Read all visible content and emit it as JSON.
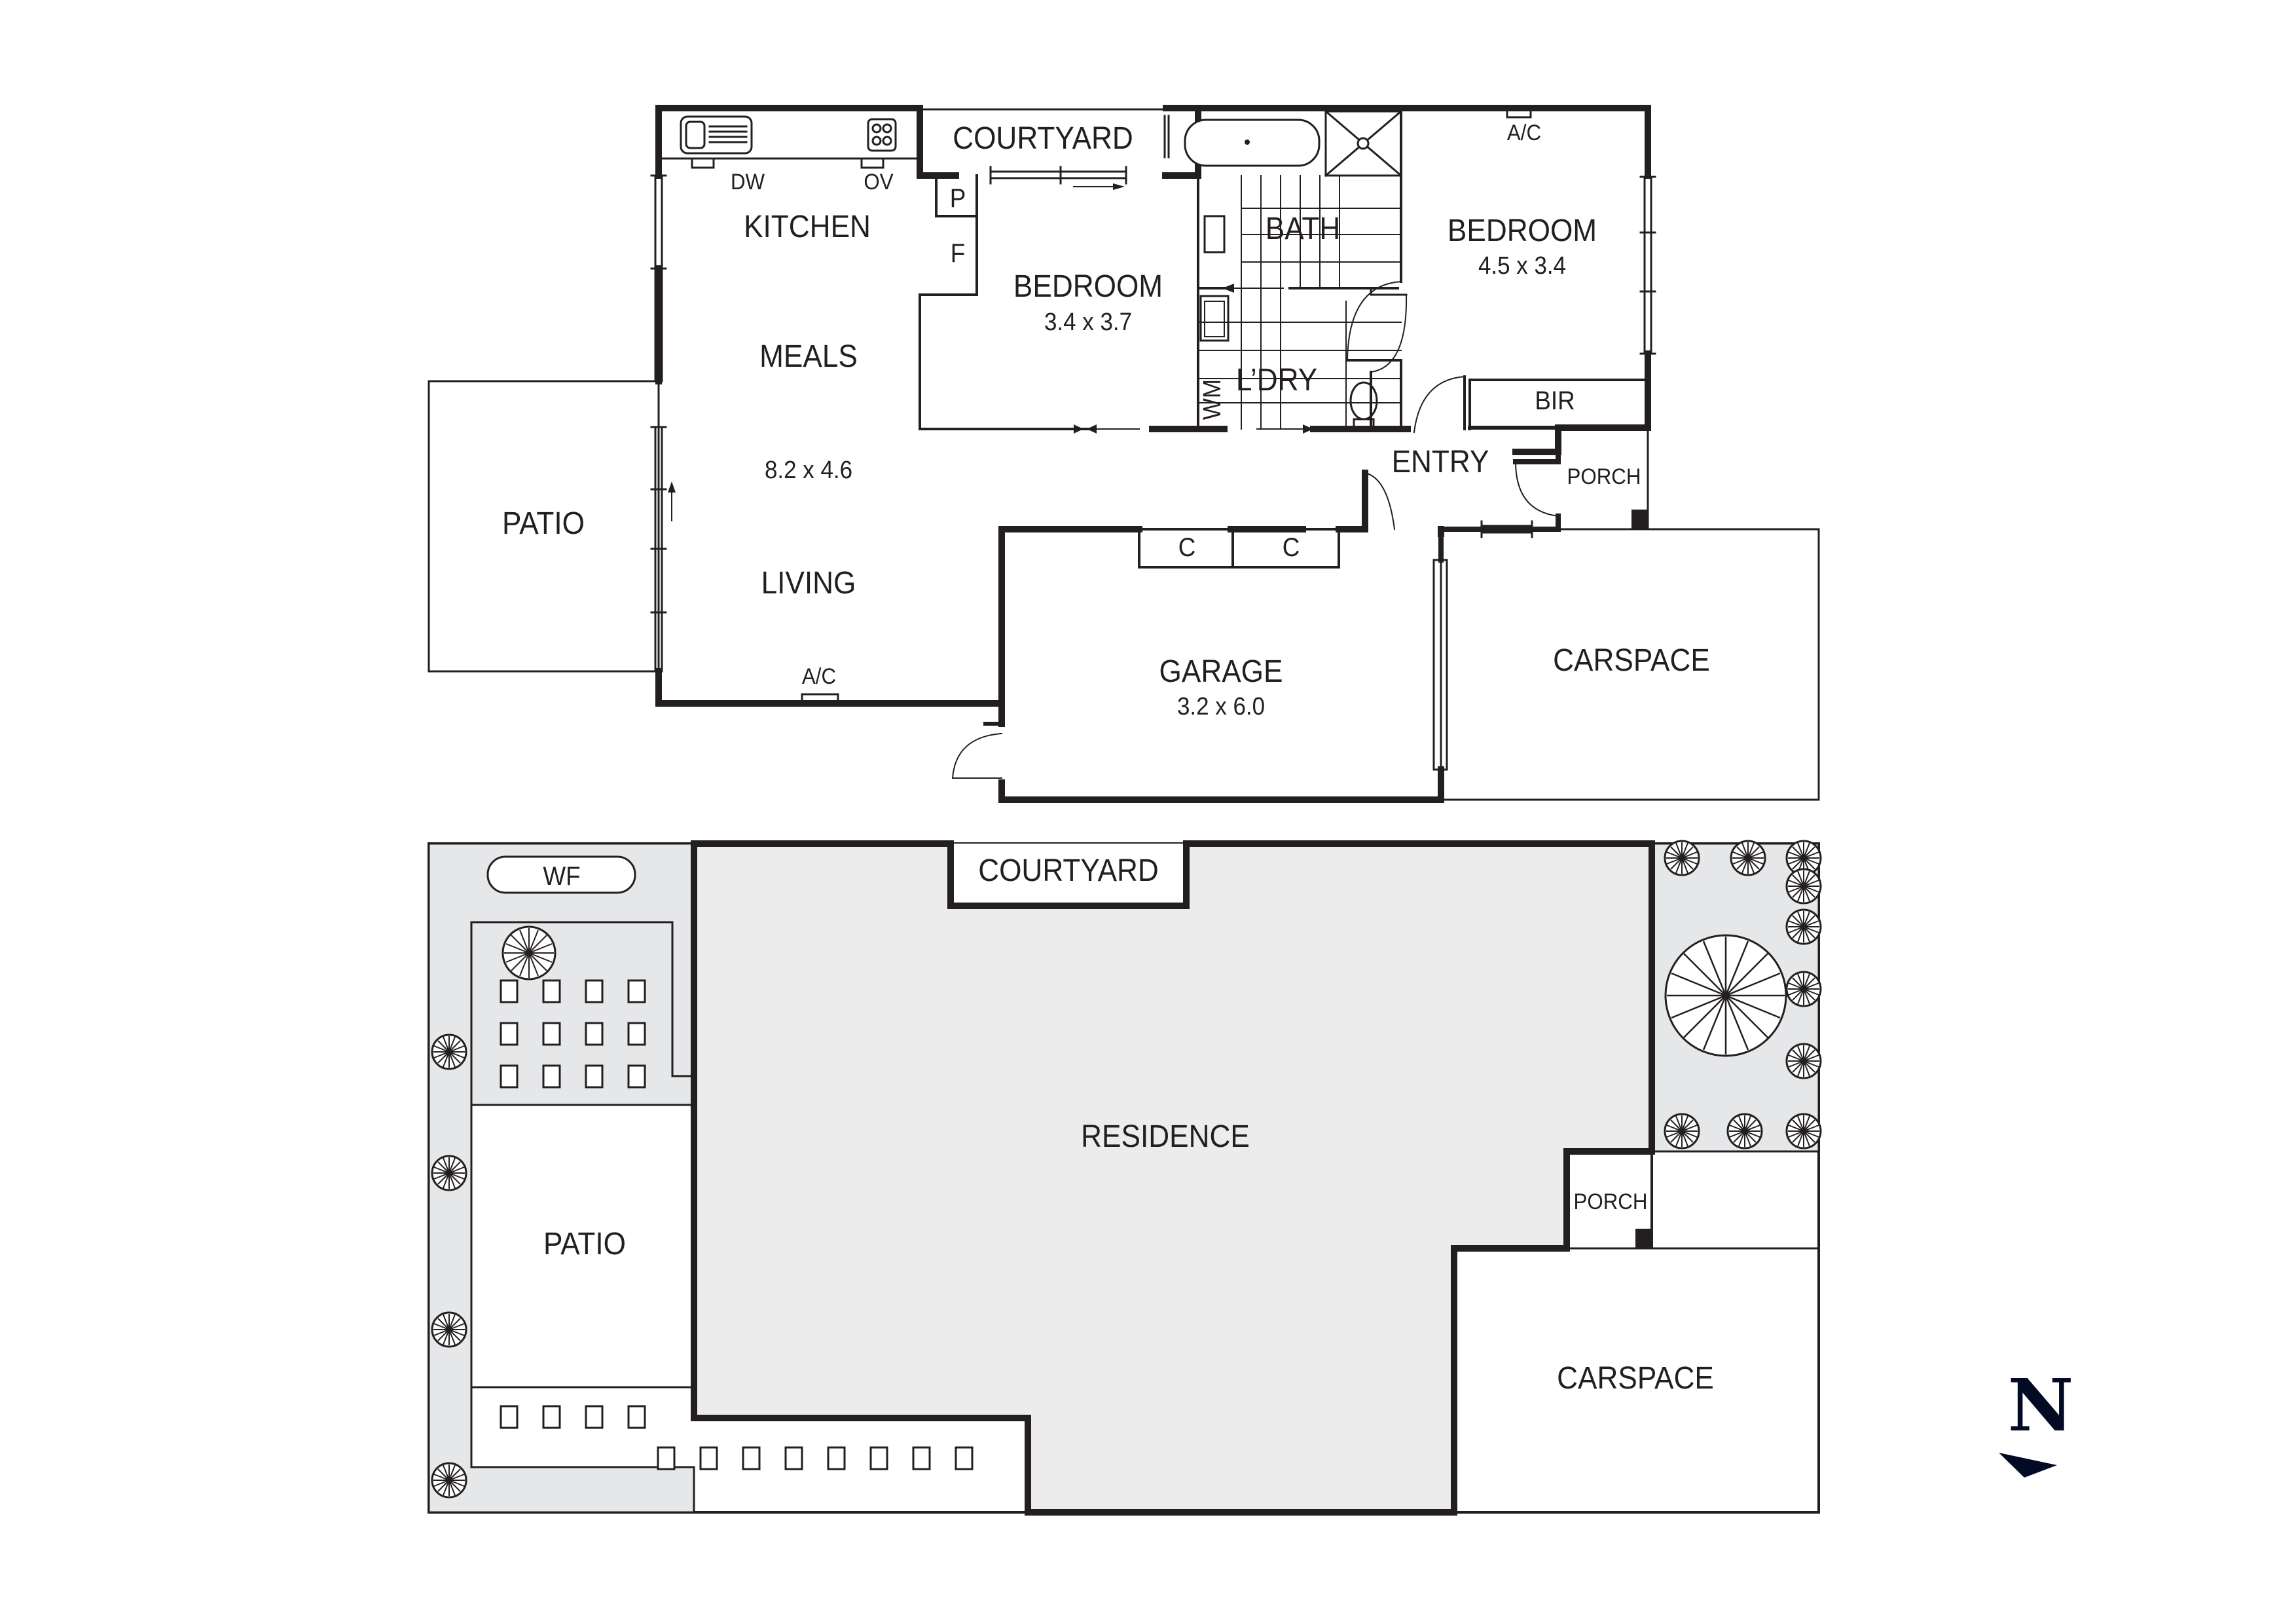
{
  "floor_plan": {
    "rooms": {
      "courtyard": {
        "label": "COURTYARD"
      },
      "kitchen": {
        "label": "KITCHEN"
      },
      "meals": {
        "label": "MEALS"
      },
      "living_area": {
        "dimensions": "8.2 x 4.6"
      },
      "living": {
        "label": "LIVING"
      },
      "patio": {
        "label": "PATIO"
      },
      "bedroom_1": {
        "label": "BEDROOM",
        "dimensions": "3.4 x 3.7"
      },
      "bedroom_2": {
        "label": "BEDROOM",
        "dimensions": "4.5 x 3.4"
      },
      "bath": {
        "label": "BATH"
      },
      "laundry": {
        "label": "L’DRY"
      },
      "bir": {
        "label": "BIR"
      },
      "entry": {
        "label": "ENTRY"
      },
      "porch": {
        "label": "PORCH"
      },
      "garage": {
        "label": "GARAGE",
        "dimensions": "3.2 x 6.0"
      },
      "carspace": {
        "label": "CARSPACE"
      }
    },
    "fixtures": {
      "dishwasher": "DW",
      "oven": "OV",
      "pantry": "P",
      "fridge": "F",
      "washing_machine": "WM",
      "ac_living": "A/C",
      "ac_bedroom": "A/C",
      "cupboard_1": "C",
      "cupboard_2": "C"
    }
  },
  "site_plan": {
    "water_feature": "WF",
    "courtyard": "COURTYARD",
    "residence": "RESIDENCE",
    "patio": "PATIO",
    "porch": "PORCH",
    "carspace": "CARSPACE"
  },
  "compass": {
    "label": "N"
  },
  "colors": {
    "wall": "#231f20",
    "garden_fill": "#e6e7e8",
    "residence_fill": "#ececec",
    "compass": "#030a24"
  }
}
